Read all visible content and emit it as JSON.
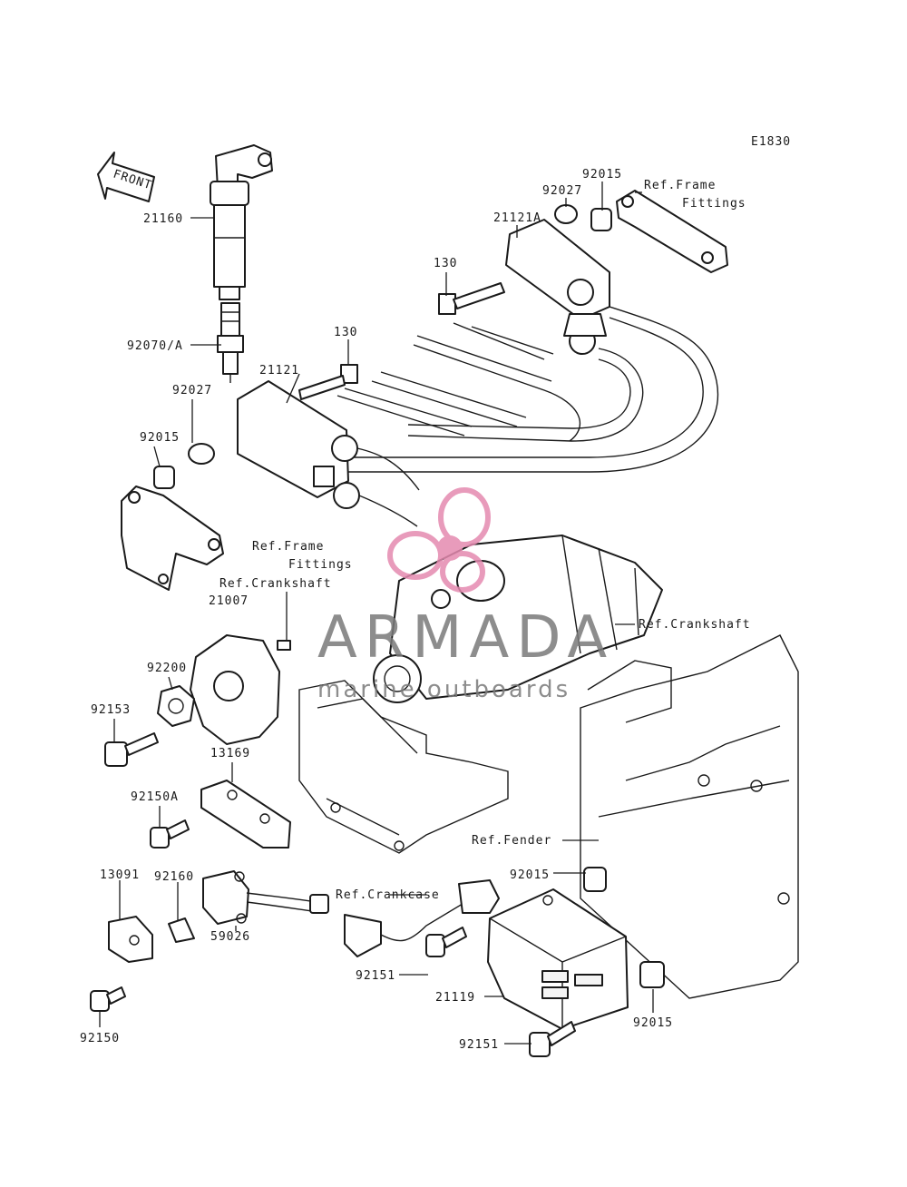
{
  "diagram_code": "E1830",
  "front_arrow_label": "FRONT",
  "watermark": {
    "brand": "ARMADA",
    "tagline": "marine outboards",
    "logo_color": "#e58ab0"
  },
  "callouts": {
    "p21160": "21160",
    "p92070a": "92070/A",
    "p130_top": "130",
    "p21121a": "21121A",
    "p92027_top": "92027",
    "p92015_top": "92015",
    "ref_frame_top": "Ref.Frame",
    "ref_frame_top_2": "Fittings",
    "p130_mid": "130",
    "p21121": "21121",
    "p92027_left": "92027",
    "p92015_left": "92015",
    "ref_frame_mid": "Ref.Frame",
    "ref_frame_mid_2": "Fittings",
    "ref_crankshaft_left": "Ref.Crankshaft",
    "p21007": "21007",
    "ref_crankshaft_right": "Ref.Crankshaft",
    "p92200": "92200",
    "p92153": "92153",
    "p13169": "13169",
    "p92150a": "92150A",
    "ref_fender": "Ref.Fender",
    "p92160": "92160",
    "p13091": "13091",
    "ref_crankcase": "Ref.Crankcase",
    "p92015_rb": "92015",
    "p59026": "59026",
    "p92151_mid": "92151",
    "p21119": "21119",
    "p92015_bottom": "92015",
    "p92151_bottom": "92151",
    "p92150": "92150"
  }
}
